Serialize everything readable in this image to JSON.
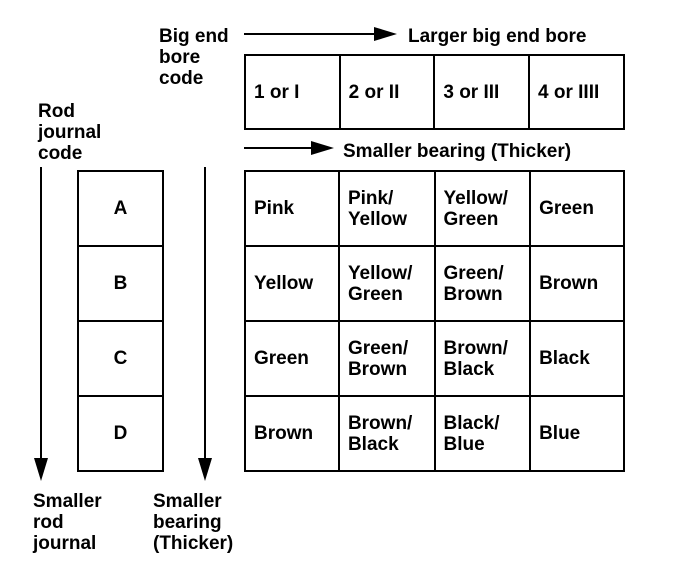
{
  "labels": {
    "big_end_bore_code": "Big end\nbore\ncode",
    "larger_big_end_bore": "Larger big end bore",
    "rod_journal_code": "Rod\njournal\ncode",
    "smaller_bearing_thicker_top": "Smaller bearing (Thicker)",
    "smaller_rod_journal": "Smaller\nrod\njournal",
    "smaller_bearing_thicker_bottom": "Smaller\nbearing\n(Thicker)"
  },
  "bore_codes": [
    "1 or I",
    "2 or II",
    "3 or III",
    "4 or IIII"
  ],
  "journal_codes": [
    "A",
    "B",
    "C",
    "D"
  ],
  "bearing_colors": [
    [
      "Pink",
      "Pink/\nYellow",
      "Yellow/\nGreen",
      "Green"
    ],
    [
      "Yellow",
      "Yellow/\nGreen",
      "Green/\nBrown",
      "Brown"
    ],
    [
      "Green",
      "Green/\nBrown",
      "Brown/\nBlack",
      "Black"
    ],
    [
      "Brown",
      "Brown/\nBlack",
      "Black/\nBlue",
      "Blue"
    ]
  ]
}
